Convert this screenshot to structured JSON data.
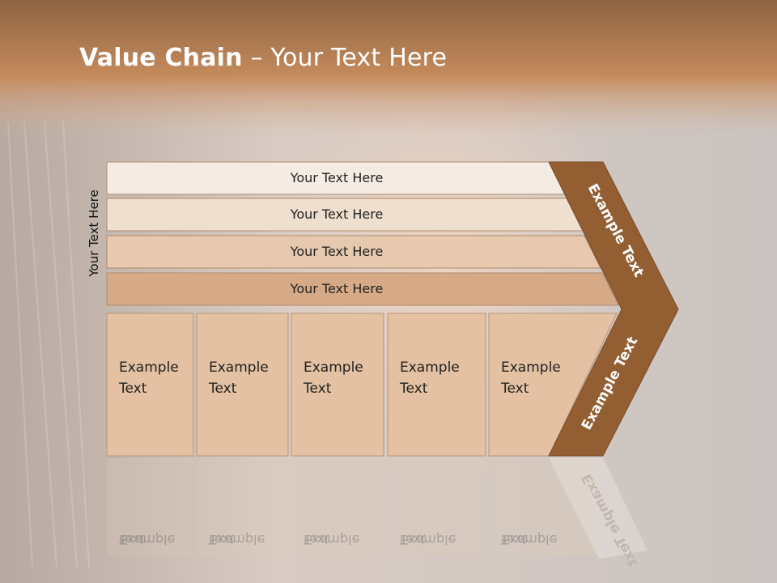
{
  "slide": {
    "title_bold": "Value Chain",
    "title_rest": "– Your Text Here",
    "side_label": "Your Text Here"
  },
  "support_rows": [
    {
      "label": "Your Text Here",
      "fill": "#f4ebe3"
    },
    {
      "label": "Your Text Here",
      "fill": "#efdfce"
    },
    {
      "label": "Your Text Here",
      "fill": "#e6c9ae"
    },
    {
      "label": "Your Text Here",
      "fill": "#d6aa86"
    }
  ],
  "primary_columns": [
    {
      "line1": "Example",
      "line2": "Text"
    },
    {
      "line1": "Example",
      "line2": "Text"
    },
    {
      "line1": "Example",
      "line2": "Text"
    },
    {
      "line1": "Example",
      "line2": "Text"
    },
    {
      "line1": "Example",
      "line2": "Text"
    }
  ],
  "arrow": {
    "upper_label": "Example Text",
    "lower_label": "Example Text",
    "fill": "#935e32"
  },
  "colors": {
    "header_band": "#c48a5c",
    "column_fill": "#e3c1a2",
    "background": "#cfc8c3"
  }
}
